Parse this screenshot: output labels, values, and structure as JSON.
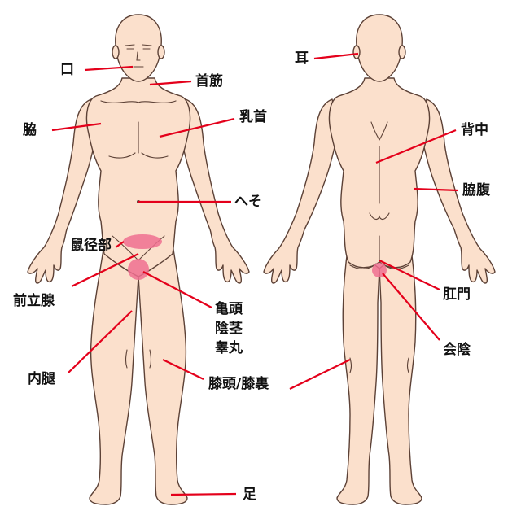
{
  "diagram": {
    "colors": {
      "skin": "#fbe0cc",
      "outline": "#5c4136",
      "pointer": "#e4001b",
      "highlight": "#ee6f8f"
    },
    "front_labels": {
      "mouth": "口",
      "neck": "首筋",
      "armpit": "脇",
      "nipple": "乳首",
      "navel": "へそ",
      "groin": "鼠径部",
      "prostate": "前立腺",
      "genitals": [
        "亀頭",
        "陰茎",
        "睾丸"
      ],
      "inner_thigh": "内腿",
      "knee": "膝頭/膝裏",
      "foot": "足"
    },
    "back_labels": {
      "ear": "耳",
      "back": "背中",
      "flank": "脇腹",
      "anus": "肛門",
      "perineum": "会陰"
    }
  }
}
